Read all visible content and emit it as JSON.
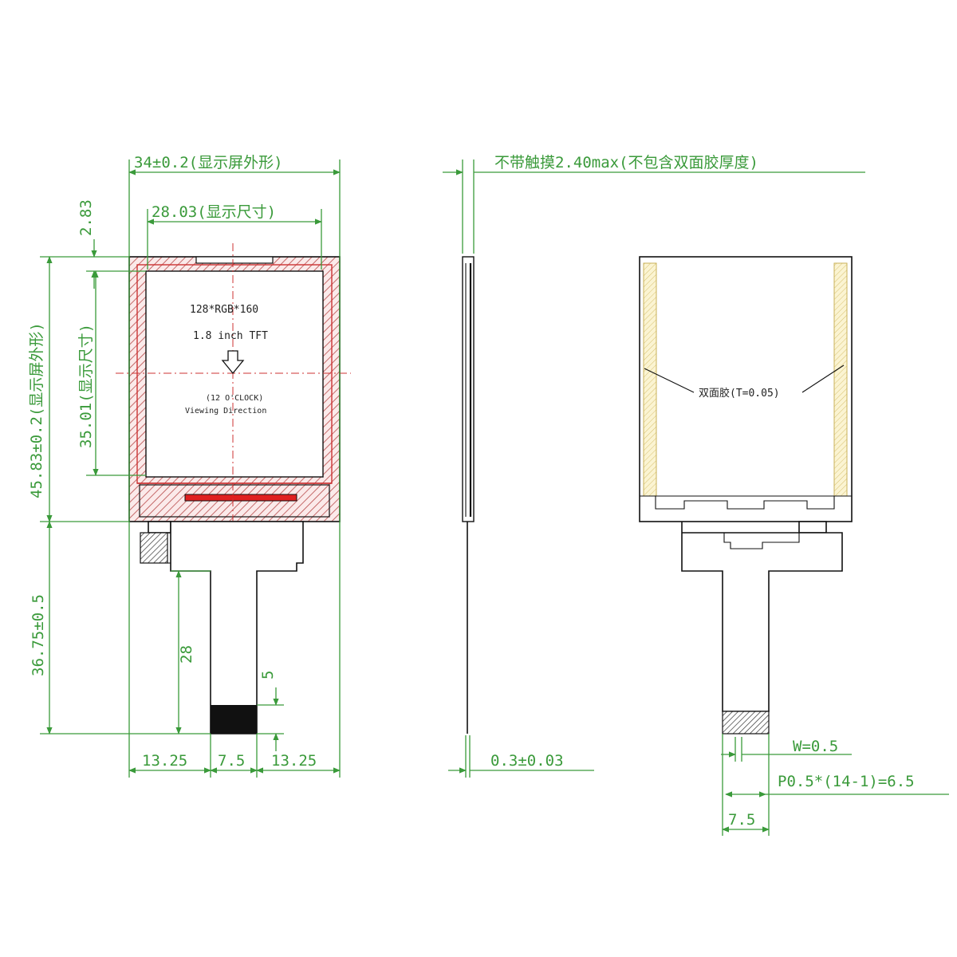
{
  "front_view": {
    "outline_width": "34±0.2(显示屏外形)",
    "active_width": "28.03(显示尺寸)",
    "top_border": "2.83",
    "outline_height": "45.83±0.2(显示屏外形)",
    "active_height": "35.01(显示尺寸)",
    "fpc_length": "36.75±0.5",
    "fpc_tail": "28",
    "fpc_pin_zone": "5",
    "fpc_left": "13.25",
    "fpc_width": "7.5",
    "fpc_right": "13.25",
    "screen_label_1": "128*RGB*160",
    "screen_label_2": "1.8 inch  TFT",
    "screen_label_3": "(12 O'CLOCK)",
    "screen_label_4": "Viewing Direction"
  },
  "side_view": {
    "thickness_note": "不带触摸2.40max(不包含双面胶厚度)",
    "fpc_thickness": "0.3±0.03"
  },
  "back_view": {
    "tape_note": "双面胶(T=0.05)",
    "pin_width": "W=0.5",
    "pitch": "P0.5*(14-1)=6.5",
    "fpc_width": "7.5"
  },
  "colors": {
    "dimension": "#3a9a3a",
    "outline": "#111111",
    "active_area": "#cc3333",
    "adhesive": "#e8d98a"
  }
}
